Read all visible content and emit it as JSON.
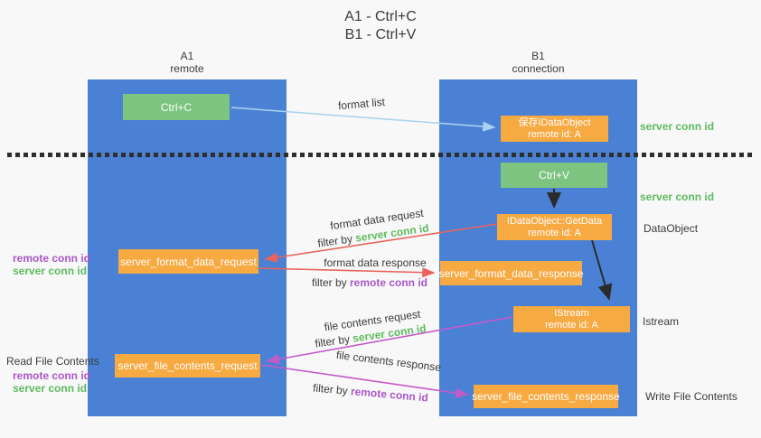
{
  "title": {
    "line1": "A1 - Ctrl+C",
    "line2": "B1 - Ctrl+V"
  },
  "lanes": {
    "left": {
      "name": "A1",
      "role": "remote"
    },
    "right": {
      "name": "B1",
      "role": "connection"
    }
  },
  "nodes": {
    "ctrl_c": "Ctrl+C",
    "ctrl_v": "Ctrl+V",
    "save_dataobject": {
      "line1": "保存IDataObject",
      "line2": "remote id: A"
    },
    "getdata": {
      "line1": "IDataObject::GetData",
      "line2": "remote id: A"
    },
    "istream": {
      "line1": "IStream",
      "line2": "remote id: A"
    },
    "format_request": "server_format_data_request",
    "format_response": "server_format_data_response",
    "file_request": "server_file_contents_request",
    "file_response": "server_file_contents_response"
  },
  "edge_labels": {
    "format_list": "format list",
    "format_data_request": "format data request",
    "format_data_response": "format data response",
    "file_contents_request": "file contents request",
    "file_contents_response": "file contents response",
    "filter_by": "filter by "
  },
  "tokens": {
    "server_conn_id": "server conn id",
    "remote_conn_id": "remote conn id"
  },
  "side_labels": {
    "dataobject": "DataObject",
    "istream": "Istream",
    "read_file_contents": "Read File Contents",
    "write_file_contents": "Write File Contents"
  },
  "colors": {
    "lane_blue": "#4a81d4",
    "box_green": "#7cc47f",
    "box_orange": "#f7a942",
    "arrow_light_blue": "#a9d2f0",
    "arrow_red": "#e8635c",
    "arrow_magenta": "#c45ac8",
    "arrow_black": "#2b2b2b",
    "text_green": "#5eba60",
    "text_purple": "#a957c9",
    "text_dark": "#3b3b3b"
  }
}
